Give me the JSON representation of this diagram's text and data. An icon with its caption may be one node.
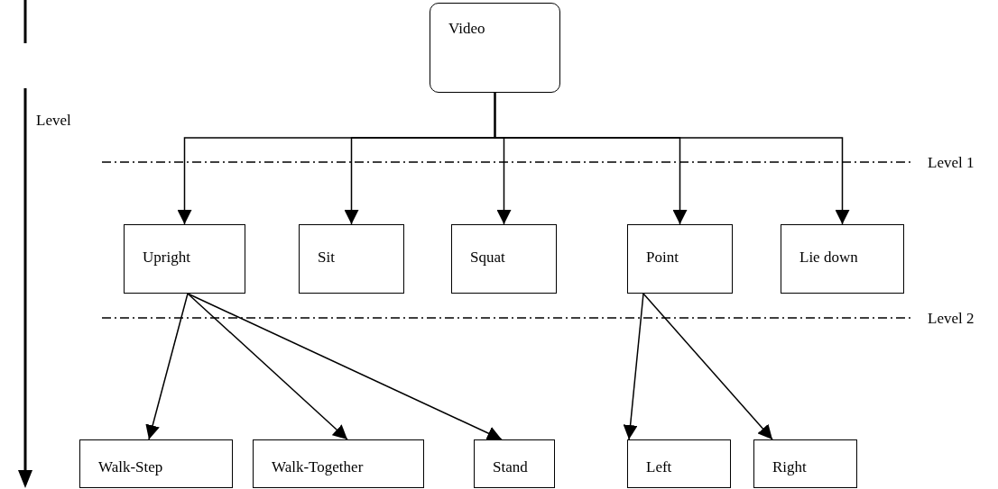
{
  "diagram": {
    "nodes": [
      {
        "text": [
          "Video"
        ]
      },
      {
        "text": [
          "Upright"
        ]
      },
      {
        "text": [
          "Sit"
        ]
      },
      {
        "text": [
          "Squat"
        ]
      },
      {
        "text": [
          "Point"
        ]
      },
      {
        "text": [
          "Lie down"
        ]
      },
      {
        "text": [
          "Walk-Step"
        ]
      },
      {
        "text": [
          "Walk-Together"
        ]
      },
      {
        "text": [
          "Stand"
        ]
      },
      {
        "text": [
          "Left"
        ]
      },
      {
        "text": [
          "Right"
        ]
      }
    ],
    "edges": [
      {
        "from": 0,
        "to": 1,
        "arrow": "to"
      },
      {
        "from": 0,
        "to": 2,
        "arrow": "to"
      },
      {
        "from": 0,
        "to": 3,
        "arrow": "to"
      },
      {
        "from": 0,
        "to": 4,
        "arrow": "to"
      },
      {
        "from": 0,
        "to": 5,
        "arrow": "to"
      },
      {
        "from": 1,
        "to": 6,
        "arrow": "to"
      },
      {
        "from": 1,
        "to": 7,
        "arrow": "to"
      },
      {
        "from": 1,
        "to": 8,
        "arrow": "to"
      },
      {
        "from": 4,
        "to": 9,
        "arrow": "to"
      },
      {
        "from": 4,
        "to": 10,
        "arrow": "to"
      }
    ],
    "labels": [
      "Level",
      "Level 1",
      "Level 2"
    ]
  }
}
